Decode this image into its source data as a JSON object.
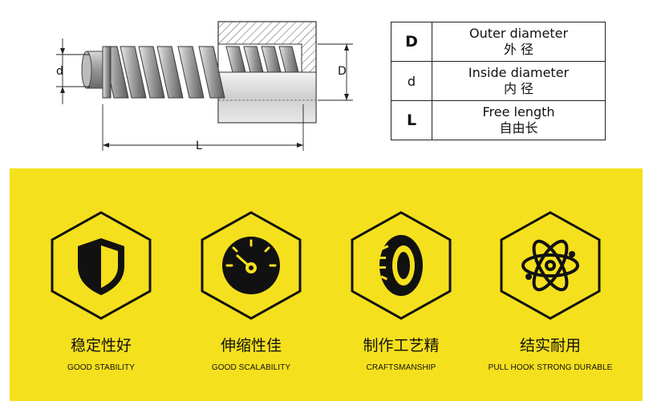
{
  "diagram": {
    "label_d": "d",
    "label_D": "D",
    "label_L": "L"
  },
  "table": {
    "rows": [
      {
        "symbol": "D",
        "en": "Outer diameter",
        "cn": "外 径"
      },
      {
        "symbol": "d",
        "en": "Inside diameter",
        "cn": "内 径"
      },
      {
        "symbol": "L",
        "en": "Free length",
        "cn": "自由长"
      }
    ]
  },
  "features": [
    {
      "cn": "稳定性好",
      "en": "GOOD STABILITY",
      "icon": "shield-icon"
    },
    {
      "cn": "伸缩性佳",
      "en": "GOOD SCALABILITY",
      "icon": "gauge-icon"
    },
    {
      "cn": "制作工艺精",
      "en": "CRAFTSMANSHIP",
      "icon": "tire-icon"
    },
    {
      "cn": "结实耐用",
      "en": "PULL HOOK STRONG DURABLE",
      "icon": "atom-icon"
    }
  ],
  "colors": {
    "band": "#f5e01d",
    "ink": "#111111"
  }
}
